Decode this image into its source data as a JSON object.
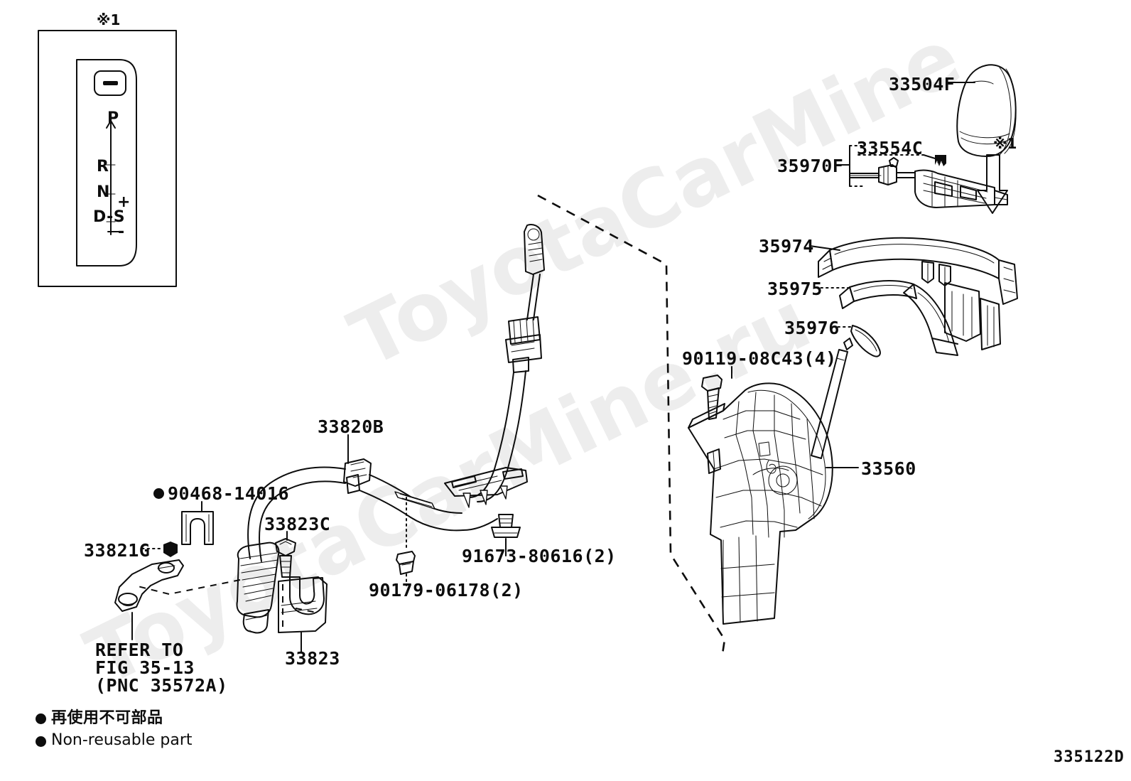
{
  "figure": {
    "id": "335122D",
    "watermark": "ToyotaCarMine.ru"
  },
  "inset": {
    "marker": "※1",
    "gear_positions": [
      "P",
      "R",
      "N",
      "D",
      "S"
    ],
    "gate_label": "D-S",
    "plus": "+",
    "minus": "-"
  },
  "markers": {
    "note1_top": "※1",
    "note1_arrow": "※1"
  },
  "labels": {
    "knob": "33504F",
    "switch_clip": "33554C",
    "wire_assembly": "35970F",
    "bezel_upper": "35974",
    "bezel_mid": "35975",
    "bezel_lower": "35976",
    "housing_bolt": "90119-08C43(4)",
    "shift_lever_housing": "33560",
    "control_cable": "33820B",
    "cable_clip_nonreuse": "90468-14016",
    "cable_end_nut": "33821G",
    "bracket_bolt": "33823C",
    "cable_bracket": "33823",
    "floor_nut": "90179-06178(2)",
    "floor_bolt": "91673-80616(2)",
    "refer_line1": "REFER TO",
    "refer_line2": "FIG 35-13",
    "refer_line3": "(PNC 35572A)"
  },
  "legend": {
    "jp": "再使用不可部品",
    "en": "Non-reusable part"
  }
}
